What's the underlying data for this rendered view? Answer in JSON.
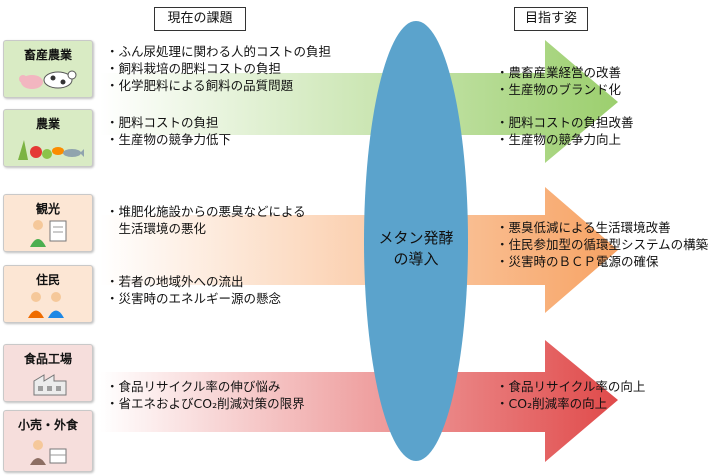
{
  "headers": {
    "current": "現在の課題",
    "goal": "目指す姿"
  },
  "center": {
    "line1": "メタン発酵",
    "line2": "の導入",
    "color": "#5ba3cc"
  },
  "groups": [
    {
      "id": "livestock",
      "label": "畜産農業",
      "icon": "livestock-icon",
      "color": "#d9ebc4",
      "issues": [
        "・ふん尿処理に関わる人的コストの負担",
        "・飼料栽培の肥料コストの負担",
        "・化学肥料による飼料の品質問題"
      ],
      "goals": [
        "・農畜産業経営の改善",
        "・生産物のブランド化"
      ]
    },
    {
      "id": "agriculture",
      "label": "農業",
      "icon": "vegetables-icon",
      "color": "#d9ebc4",
      "issues": [
        "・肥料コストの負担",
        "・生産物の競争力低下"
      ],
      "goals": [
        "・肥料コストの負担改善",
        "・生産物の競争力向上"
      ]
    },
    {
      "id": "tourism",
      "label": "観光",
      "icon": "tourists-icon",
      "color": "#fce6d4",
      "issues": [
        "・堆肥化施設からの悪臭などによる",
        "　生活環境の悪化"
      ],
      "goals": [
        "・悪臭低減による生活環境改善",
        "・住民参加型の循環型システムの構築",
        "・災害時のＢＣＰ電源の確保"
      ]
    },
    {
      "id": "residents",
      "label": "住民",
      "icon": "residents-icon",
      "color": "#fce6d4",
      "issues": [
        "・若者の地域外への流出",
        "・災害時のエネルギー源の懸念"
      ],
      "goals": []
    },
    {
      "id": "food-factory",
      "label": "食品工場",
      "icon": "factory-icon",
      "color": "#f6dedc",
      "issues": [
        "・食品リサイクル率の伸び悩み",
        "・省エネおよびCO₂削減対策の限界"
      ],
      "goals": [
        "・食品リサイクル率の向上",
        "・CO₂削減率の向上"
      ]
    },
    {
      "id": "retail",
      "label": "小売・外食",
      "icon": "retail-icon",
      "color": "#f6dedc",
      "issues": [],
      "goals": []
    }
  ],
  "arrow_colors": {
    "green": "#9ccf6e",
    "orange": "#f7a364",
    "red": "#e04a4a"
  }
}
